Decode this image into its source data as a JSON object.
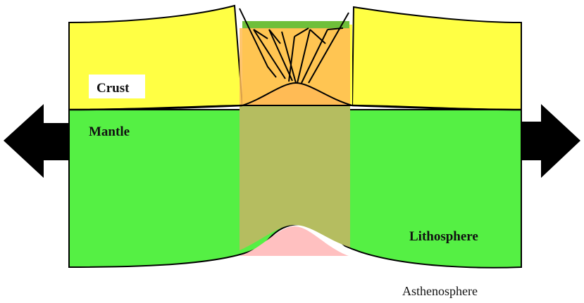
{
  "labels": {
    "crust": "Crust",
    "mantle": "Mantle",
    "lithosphere": "Lithosphere",
    "asthenosphere": "Asthenosphere"
  },
  "colors": {
    "crust": "#ffff44",
    "mantle": "#55f044",
    "asthenosphere_upwelling": "#ffc0c0",
    "rift_overlay_upper": "#ffbb55",
    "rift_overlay_lower": "#b5bd60",
    "rift_sediment_top": "#6fbf3a",
    "crust_label_box": "#ffffff",
    "arrow": "#000000",
    "outline": "#000000"
  },
  "icons": {
    "left_arrow": "left-extension-arrow-icon",
    "right_arrow": "right-extension-arrow-icon"
  }
}
